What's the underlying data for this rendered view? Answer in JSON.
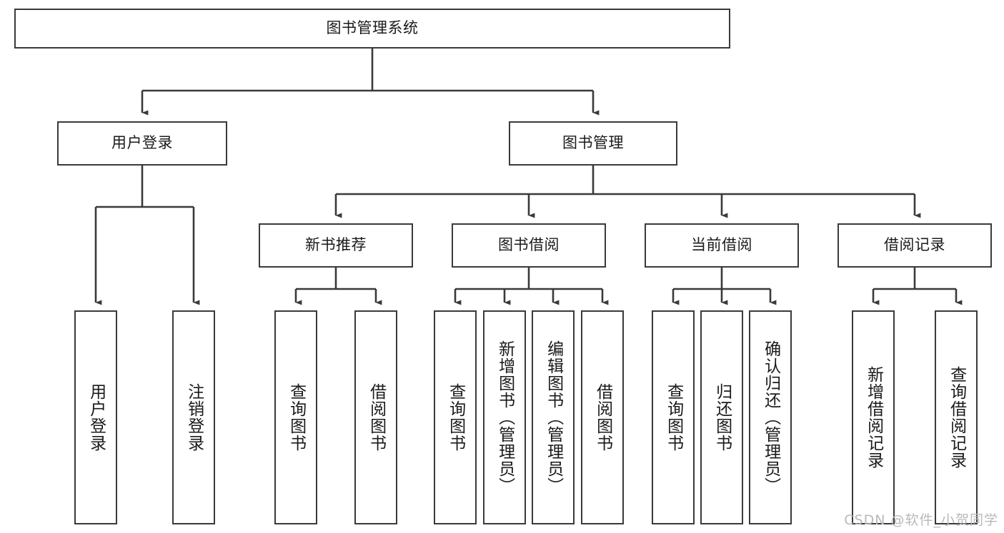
{
  "diagram": {
    "title": "图书管理系统",
    "type": "tree",
    "watermark": "CSDN @软件_小贺同学",
    "colors": {
      "box_border": "#3a3a3a",
      "box_fill": "#ffffff",
      "connector": "#3a3a3a",
      "text": "#1a1a1a",
      "watermark": "#b9b9b9",
      "background": "#ffffff"
    },
    "levels": {
      "root": {
        "label": "图书管理系统"
      },
      "level2": [
        {
          "label": "用户登录"
        },
        {
          "label": "图书管理"
        }
      ],
      "level3": [
        {
          "label": "新书推荐"
        },
        {
          "label": "图书借阅"
        },
        {
          "label": "当前借阅"
        },
        {
          "label": "借阅记录"
        }
      ],
      "leaves": [
        {
          "label": "用户登录",
          "parent": "用户登录"
        },
        {
          "label": "注销登录",
          "parent": "用户登录"
        },
        {
          "label": "查询图书",
          "parent": "新书推荐"
        },
        {
          "label": "借阅图书",
          "parent": "新书推荐"
        },
        {
          "label": "查询图书",
          "parent": "图书借阅"
        },
        {
          "label": "新增图书（管理员）",
          "parent": "图书借阅"
        },
        {
          "label": "编辑图书（管理员）",
          "parent": "图书借阅"
        },
        {
          "label": "借阅图书",
          "parent": "图书借阅"
        },
        {
          "label": "查询图书",
          "parent": "当前借阅"
        },
        {
          "label": "归还图书",
          "parent": "当前借阅"
        },
        {
          "label": "确认归还（管理员）",
          "parent": "当前借阅"
        },
        {
          "label": "新增借阅记录",
          "parent": "借阅记录"
        },
        {
          "label": "查询借阅记录",
          "parent": "借阅记录"
        }
      ]
    }
  }
}
